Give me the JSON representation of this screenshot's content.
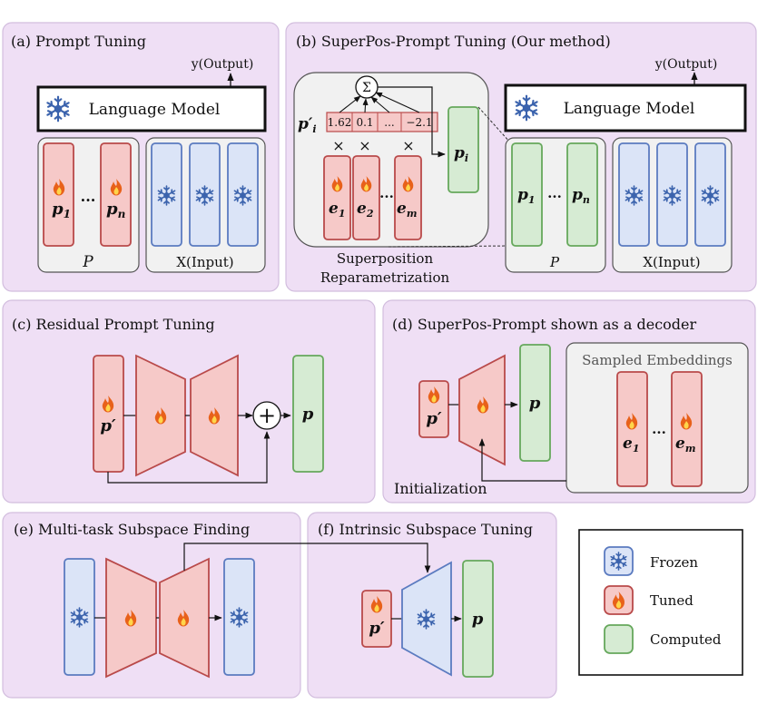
{
  "colors": {
    "panel_bg": "#efdff5",
    "panel_border": "#d2bdde",
    "red_fill": "#f6c9c8",
    "red_stroke": "#b94a4a",
    "blue_fill": "#dbe4f7",
    "blue_stroke": "#5b7bc0",
    "green_fill": "#d6ebd3",
    "green_stroke": "#66a85c",
    "gray_box": "#f1f1f1",
    "gray_stroke": "#555555",
    "flame": "#e8611a"
  },
  "icons": {
    "frozen": "snowflake-icon",
    "tuned": "flame-icon"
  },
  "panel_a": {
    "title": "(a) Prompt Tuning",
    "output": "y(Output)",
    "lm": "Language Model",
    "p1": "p",
    "p1_sub": "1",
    "pn": "p",
    "pn_sub": "n",
    "ellipsis": "...",
    "p_label": "P",
    "x_label": "X(Input)"
  },
  "panel_b": {
    "title": "(b) SuperPos-Prompt Tuning (Our method)",
    "output": "y(Output)",
    "lm": "Language Model",
    "weights_label": "p′",
    "weights_sub": "i",
    "weights": [
      "1.62",
      "0.1",
      "...",
      "−2.1"
    ],
    "times": "×",
    "sum": "Σ",
    "e1": "e",
    "e1_sub": "1",
    "e2": "e",
    "e2_sub": "2",
    "em": "e",
    "em_sub": "m",
    "pi": "p",
    "pi_sub": "i",
    "caption_1": "Superposition",
    "caption_2": "Reparametrization",
    "p1": "p",
    "p1_sub": "1",
    "pn": "p",
    "pn_sub": "n",
    "ellipsis": "...",
    "p_label": "P",
    "x_label": "X(Input)"
  },
  "panel_c": {
    "title": "(c) Residual Prompt Tuning",
    "p_prime": "p′",
    "p_out": "p",
    "plus": "+"
  },
  "panel_d": {
    "title": "(d) SuperPos-Prompt shown as a decoder",
    "p_prime": "p′",
    "p_out": "p",
    "sampled": "Sampled Embeddings",
    "e1": "e",
    "e1_sub": "1",
    "em": "e",
    "em_sub": "m",
    "ellipsis": "...",
    "init": "Initialization"
  },
  "panel_e": {
    "title": "(e) Multi-task Subspace Finding"
  },
  "panel_f": {
    "title": "(f) Intrinsic Subspace Tuning",
    "p_prime": "p′",
    "p_out": "p"
  },
  "legend": {
    "frozen": "Frozen",
    "tuned": "Tuned",
    "computed": "Computed"
  }
}
